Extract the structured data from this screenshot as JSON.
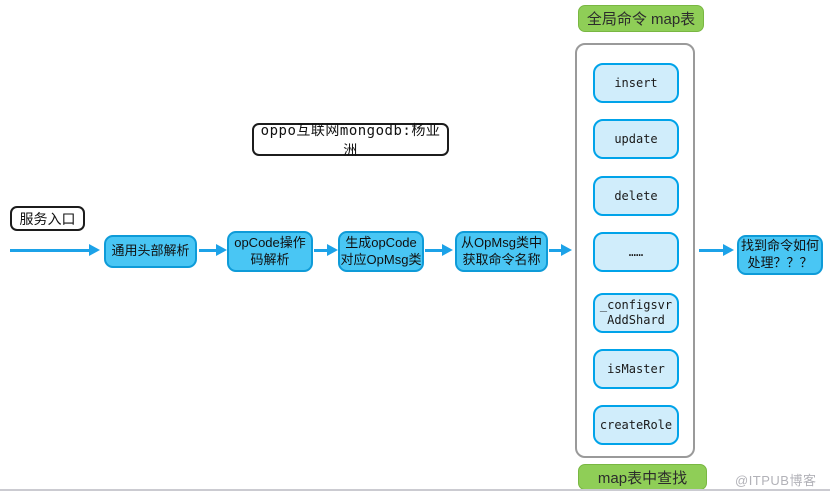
{
  "entry": {
    "label": "服务入口"
  },
  "author_note": {
    "label": "oppo互联网mongodb:杨亚洲"
  },
  "flow": {
    "steps": [
      {
        "label": "通用头部解析"
      },
      {
        "label": "opCode操作\n码解析"
      },
      {
        "label": "生成opCode\n对应OpMsg类"
      },
      {
        "label": "从OpMsg类中\n获取命令名称"
      }
    ]
  },
  "result": {
    "label": "找到命令如何\n处理？？？"
  },
  "map_table": {
    "title": "全局命令 map表",
    "footer": "map表中查找",
    "commands": [
      "insert",
      "update",
      "delete",
      "……",
      "_configsvr\nAddShard",
      "isMaster",
      "createRole"
    ]
  },
  "watermark": {
    "label": "@ITPUB博客"
  },
  "colors": {
    "arrow_blue": "#1CA2E8",
    "step_fill": "#49C6F4",
    "step_border": "#0E9BD8",
    "command_fill": "#D0EDFB",
    "command_border": "#00A3E9",
    "green_fill": "#8FCE57",
    "green_border": "#79B742",
    "container_border": "#9a9a9a",
    "watermark_gray": "#b2b2b8"
  }
}
